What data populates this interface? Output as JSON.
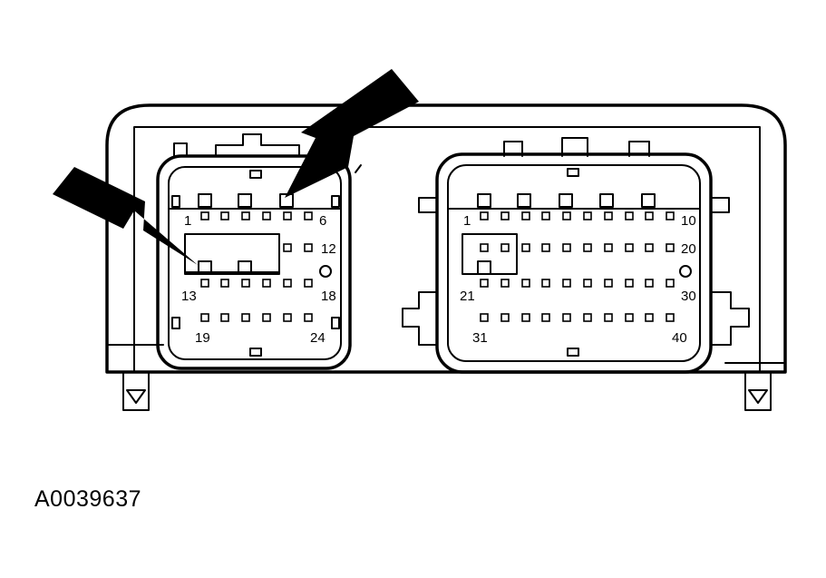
{
  "figure_id": "A0039637",
  "left_connector": {
    "labels": [
      "1",
      "6",
      "12",
      "13",
      "18",
      "19",
      "24"
    ]
  },
  "right_connector": {
    "labels": [
      "1",
      "10",
      "20",
      "21",
      "30",
      "31",
      "40"
    ]
  }
}
